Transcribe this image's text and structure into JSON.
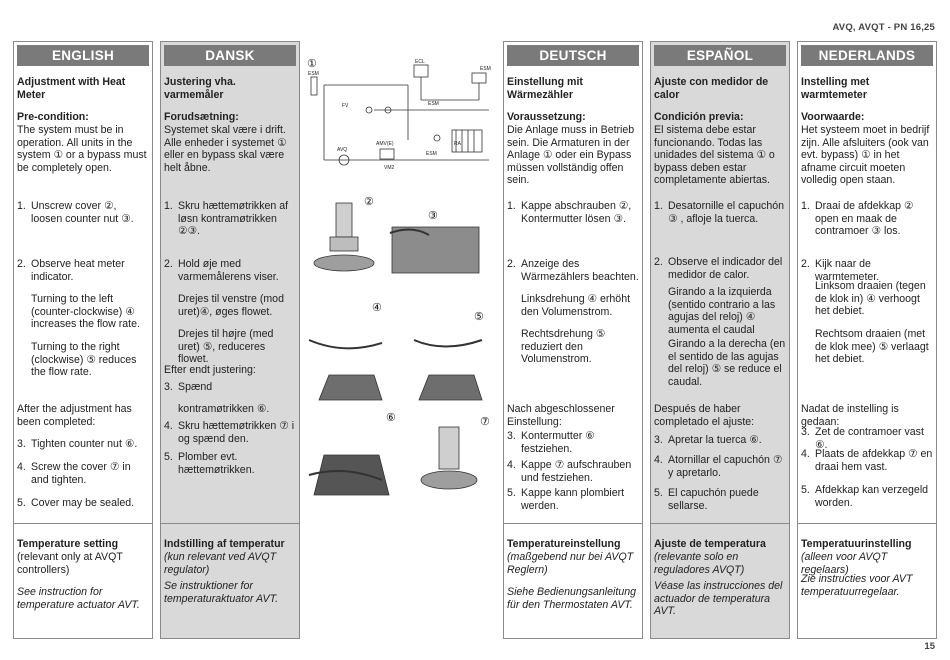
{
  "header": {
    "right_title": "AVQ, AVQT - PN 16,25",
    "page_number": "15"
  },
  "english": {
    "heading": "ENGLISH",
    "section_title": "Adjustment with Heat Meter",
    "precondition_title": "Pre-condition:",
    "precondition_text": "The system must be in operation. All units in the system ① or a bypass must be completely open.",
    "step1_num": "1.",
    "step1_text": "Unscrew cover ②, loosen counter nut ③.",
    "step2_num": "2.",
    "step2_text": "Observe heat meter indicator.",
    "step2_left": "Turning to the left (counter-clockwise) ④ increases the flow rate.",
    "step2_right": "Turning to the right (clockwise) ⑤ reduces the flow rate.",
    "after_title": "After the adjustment has been completed:",
    "step3_num": "3.",
    "step3_text": "Tighten counter nut ⑥.",
    "step4_num": "4.",
    "step4_text": "Screw the cover ⑦ in and tighten.",
    "step5_num": "5.",
    "step5_text": "Cover may be sealed.",
    "temp_title": "Temperature setting",
    "temp_sub": "(relevant only at AVQT controllers)",
    "temp_note": "See instruction for temperature actuator AVT."
  },
  "dansk": {
    "heading": "DANSK",
    "section_title": "Justering vha. varmemåler",
    "precondition_title": "Forudsætning:",
    "precondition_text": "Systemet skal være i drift. Alle enheder i systemet ① eller en bypass skal være helt åbne.",
    "step1_num": "1.",
    "step1_text": "Skru hættemøtrikken af løsn kontramøtrikken ②③.",
    "step2_num": "2.",
    "step2_text": "Hold øje med varmemålerens viser.",
    "step2_left": "Drejes til venstre (mod uret)④, øges flowet.",
    "step2_right": "Drejes til højre (med uret) ⑤, reduceres flowet.",
    "after_title": "Efter endt justering:",
    "step3_num": "3.",
    "step3_text": "Spænd",
    "step3_cont": "kontramøtrikken ⑥.",
    "step4_num": "4.",
    "step4_text": "Skru hættemøtrikken ⑦ i og spænd den.",
    "step5_num": "5.",
    "step5_text": "Plomber evt. hættemøtrikken.",
    "temp_title": "Indstilling af temperatur",
    "temp_sub": "(kun relevant ved AVQT regulator)",
    "temp_note": "Se instruktioner for temperaturaktuator AVT."
  },
  "deutsch": {
    "heading": "DEUTSCH",
    "section_title": "Einstellung mit Wärmezähler",
    "precondition_title": "Voraussetzung:",
    "precondition_text": "Die Anlage muss in Betrieb sein. Die Armaturen in der Anlage ① oder ein Bypass müssen vollständig offen sein.",
    "step1_num": "1.",
    "step1_text": "Kappe abschrauben ②, Kontermutter lösen ③.",
    "step2_num": "2.",
    "step2_text": "Anzeige des Wärmezählers beachten.",
    "step2_left": "Linksdrehung ④ erhöht den Volumenstrom.",
    "step2_right": "Rechtsdrehung ⑤ reduziert den Volumenstrom.",
    "after_title": "Nach abgeschlossener Einstellung:",
    "step3_num": "3.",
    "step3_text": "Kontermutter ⑥ festziehen.",
    "step4_num": "4.",
    "step4_text": "Kappe ⑦ aufschrauben und festziehen.",
    "step5_num": "5.",
    "step5_text": "Kappe kann plombiert werden.",
    "temp_title": "Temperatureinstellung",
    "temp_sub": "(maßgebend nur bei AVQT Reglern)",
    "temp_note": "Siehe Bedienungsanleitung für den Thermostaten AVT."
  },
  "espanol": {
    "heading": "ESPAÑOL",
    "section_title": "Ajuste con medidor de calor",
    "precondition_title": "Condición previa:",
    "precondition_text": "El sistema debe estar funcionando. Todas las unidades del sistema ① o bypass deben estar completamente abiertas.",
    "step1_num": "1.",
    "step1_text": "Desatornille el capuchón ③ , afloje la tuerca.",
    "step2_num": "2.",
    "step2_text": "Observe el indicador del medidor de calor.",
    "step2_left": "Girando a la izquierda (sentido contrario a las agujas del reloj) ④ aumenta el caudal",
    "step2_right": "Girando a la derecha (en el sentido de las agujas del reloj) ⑤ se reduce el caudal.",
    "after_title": "Después de haber completado el ajuste:",
    "step3_num": "3.",
    "step3_text": "Apretar la tuerca ⑥.",
    "step4_num": "4.",
    "step4_text": "Atornillar el capuchón ⑦ y apretarlo.",
    "step5_num": "5.",
    "step5_text": "El capuchón puede sellarse.",
    "temp_title": "Ajuste de temperatura",
    "temp_sub": "(relevante solo en reguladores AVQT)",
    "temp_note": "Véase las instrucciones del actuador  de temperatura AVT."
  },
  "nederlands": {
    "heading": "NEDERLANDS",
    "section_title": "Instelling met warmtemeter",
    "precondition_title": "Voorwaarde:",
    "precondition_text": "Het systeem moet in bedrijf zijn. Alle afsluiters (ook van evt. bypass) ① in het afname circuit moeten volledig open staan.",
    "step1_num": "1.",
    "step1_text": "Draai de afdekkap ② open en maak de contramoer ③ los.",
    "step2_num": "2.",
    "step2_text": "Kijk naar de warmtemeter.",
    "step2_left": "Linksom draaien (tegen de klok in) ④ verhoogt het debiet.",
    "step2_right": "Rechtsom draaien (met de klok mee) ⑤ verlaagt het debiet.",
    "after_title": "Nadat de instelling is gedaan:",
    "step3_num": "3.",
    "step3_text": "Zet de contramoer vast ⑥.",
    "step4_num": "4.",
    "step4_text": "Plaats de afdekkap ⑦ en draai hem vast.",
    "step5_num": "5.",
    "step5_text": "Afdekkap kan verzegeld worden.",
    "temp_title": "Temperatuurinstelling",
    "temp_sub": "(alleen voor AVQT regelaars)",
    "temp_note": "Zie instructies voor AVT temperatuurregelaar."
  },
  "diagram": {
    "callout_1": "①",
    "callout_2": "②",
    "callout_3": "③",
    "callout_4": "④",
    "callout_5": "⑤",
    "callout_6": "⑥",
    "callout_7": "⑦",
    "label_ecl": "ECL",
    "label_esm_top": "ESM",
    "label_esm_left": "ESM",
    "label_esm_mid": "ESM",
    "label_esm_bottom": "ESM",
    "label_fv": "FV",
    "label_ra": "RA",
    "label_avq": "AVQ",
    "label_amv": "AMV(E)",
    "label_vm2": "VM2"
  }
}
